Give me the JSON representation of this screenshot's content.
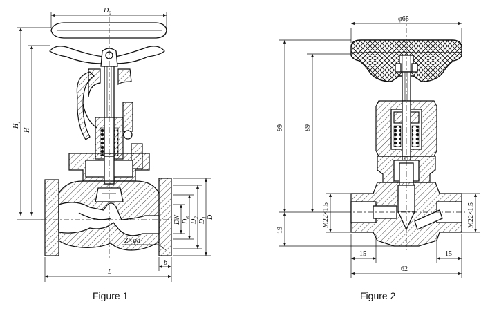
{
  "figure1": {
    "caption": "Figure 1",
    "labels": {
      "d0": "D",
      "d0_sub": "0",
      "h1": "H",
      "h1_sub": "1",
      "h": "H",
      "dn": "DN",
      "d6": "D",
      "d6_sub": "6",
      "d2": "D",
      "d2_sub": "2",
      "d1": "D",
      "d1_sub": "1",
      "d": "D",
      "bolt": "Z×φd",
      "l": "L",
      "b": "b"
    }
  },
  "figure2": {
    "caption": "Figure 2",
    "labels": {
      "wheel_diameter": "φ65",
      "height_total": "99",
      "height_stem": "89",
      "height_base": "19",
      "thread_left": "M22×1.5",
      "thread_right": "M22×1.5",
      "width_left": "15",
      "width_right": "15",
      "width_total": "62"
    }
  }
}
